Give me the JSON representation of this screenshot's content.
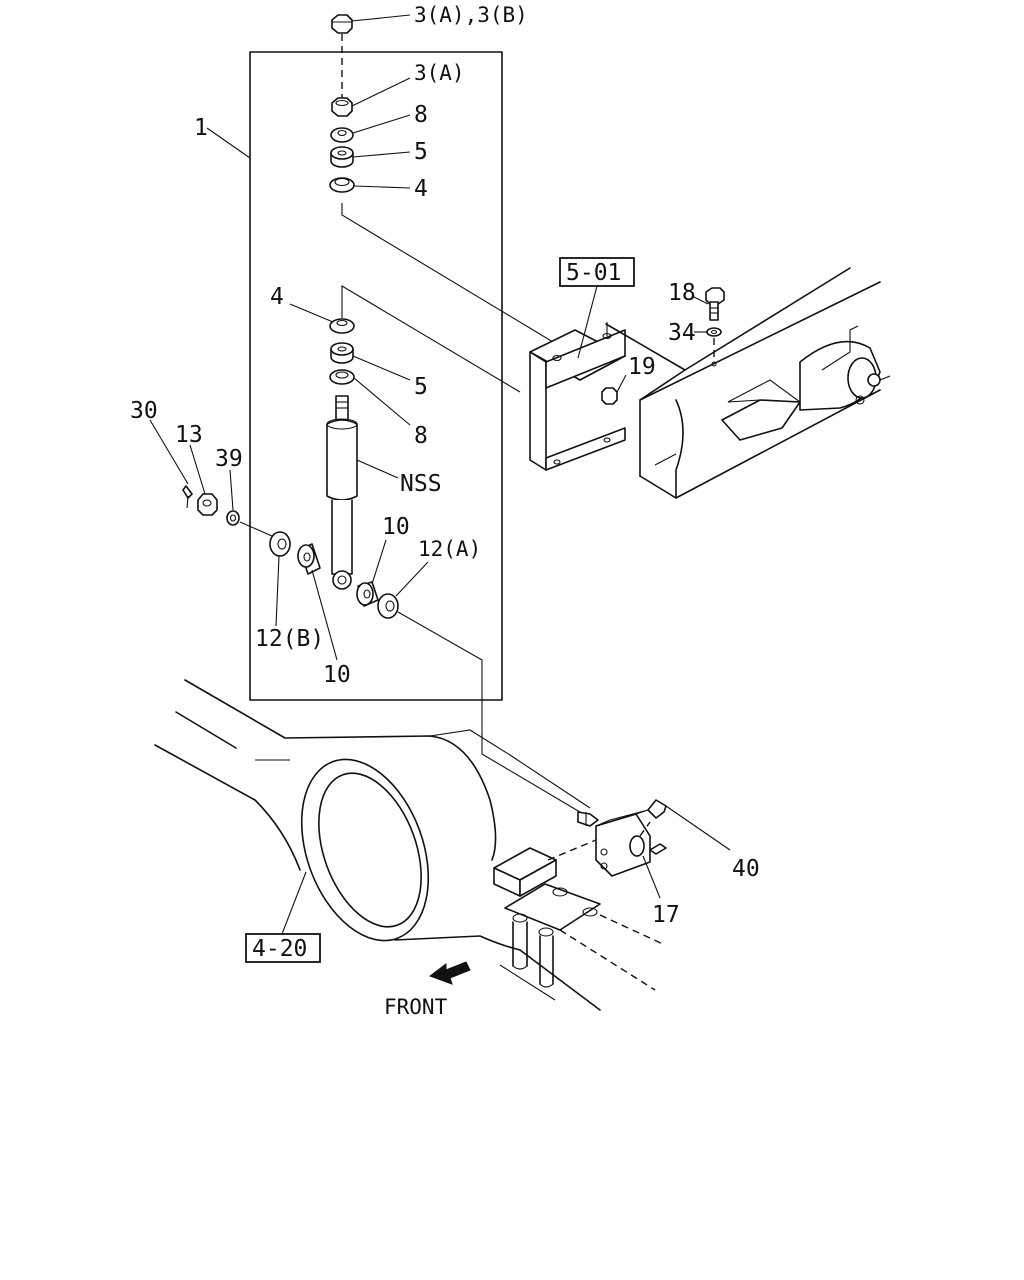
{
  "callouts": {
    "p1": "1",
    "p3ab": "3(A),3(B)",
    "p3a": "3(A)",
    "p8_top": "8",
    "p5_top": "5",
    "p4_top": "4",
    "p4_mid": "4",
    "p5_mid": "5",
    "p8_mid": "8",
    "nss": "NSS",
    "p30": "30",
    "p13": "13",
    "p39": "39",
    "p10_right": "10",
    "p12a": "12(A)",
    "p12b": "12(B)",
    "p10_bottom": "10",
    "p18": "18",
    "p34": "34",
    "p19": "19",
    "p40": "40",
    "p17": "17"
  },
  "references": {
    "ref_501": "5-01",
    "ref_420": "4-20"
  },
  "direction": {
    "front_label": "FRONT"
  }
}
